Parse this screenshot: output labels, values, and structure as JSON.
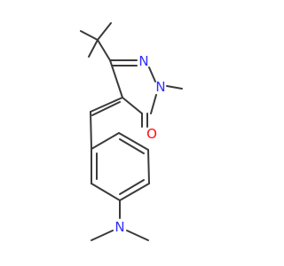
{
  "molecule": {
    "atoms": {
      "n_ring": {
        "label": "N",
        "color": "#2f2fff"
      },
      "n2": {
        "label": "N",
        "color": "#2f2fff"
      },
      "o": {
        "label": "O",
        "color": "#ff0d0d"
      },
      "n_amine": {
        "label": "N",
        "color": "#2f2fff"
      }
    },
    "bond_color": "#3a3a3a"
  }
}
